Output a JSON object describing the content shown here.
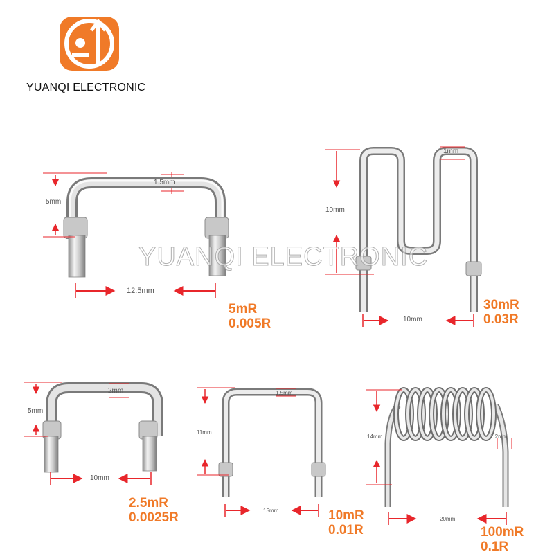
{
  "brand": {
    "name": "YUANQI ELECTRONIC",
    "logo_color": "#f07a28"
  },
  "watermark": "YUANQI ELECTRONIC",
  "accent_color": "#e8262b",
  "value_color": "#f07a28",
  "resistors": [
    {
      "id": "5mR",
      "height": "5mm",
      "wire": "1.5mm",
      "span": "12.5mm",
      "value_mr": "5mR",
      "value_r": "0.005R"
    },
    {
      "id": "30mR",
      "height": "10mm",
      "wire": "1mm",
      "span": "10mm",
      "value_mr": "30mR",
      "value_r": "0.03R"
    },
    {
      "id": "2.5mR",
      "height": "5mm",
      "wire": "2mm",
      "span": "10mm",
      "value_mr": "2.5mR",
      "value_r": "0.0025R"
    },
    {
      "id": "10mR",
      "height": "11mm",
      "wire": "1.5mm",
      "span": "15mm",
      "value_mr": "10mR",
      "value_r": "0.01R"
    },
    {
      "id": "100mR",
      "height": "14mm",
      "wire": "1.2mm",
      "span": "20mm",
      "value_mr": "100mR",
      "value_r": "0.1R"
    }
  ]
}
